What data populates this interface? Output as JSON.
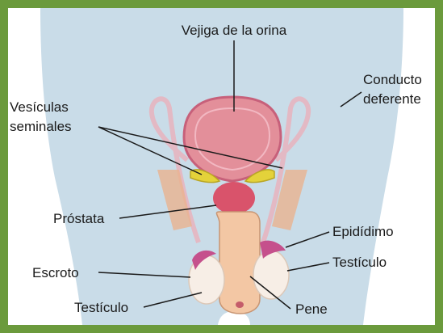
{
  "labels": {
    "bladder": "Vejiga de la orina",
    "vas_deferens_line1": "Conducto",
    "vas_deferens_line2": "deferente",
    "seminal_line1": "Vesículas",
    "seminal_line2": "seminales",
    "prostate": "Próstata",
    "epididymis": "Epidídimo",
    "testicle_right": "Testículo",
    "scrotum": "Escroto",
    "testicle_left": "Testículo",
    "penis": "Pene"
  },
  "colors": {
    "frame": "#6b9a3c",
    "body_silhouette": "#c9dce8",
    "bladder": "#e38f9a",
    "prostate": "#d9536b",
    "penis": "#f3c7a4",
    "testicle": "#f7eee6",
    "epididymis": "#c5508c",
    "seminal_vesicle": "#e4d23a"
  }
}
